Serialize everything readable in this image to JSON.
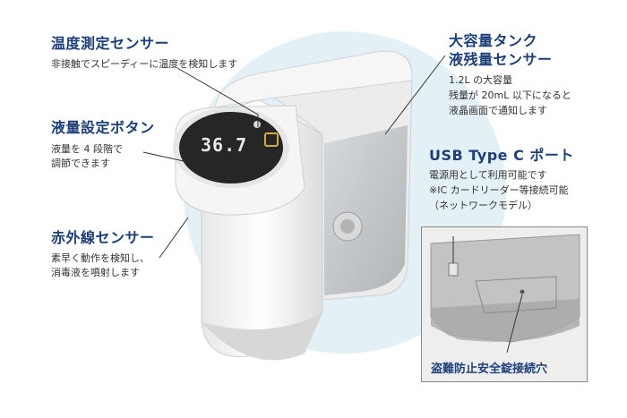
{
  "labels": {
    "temp_sensor": {
      "title": "温度測定センサー",
      "desc": "非接触でスピーディーに温度を検知します"
    },
    "liquid_button": {
      "title": "液量設定ボタン",
      "lines": [
        "液量を 4 段階で",
        "調節できます"
      ]
    },
    "ir_sensor": {
      "title": "赤外線センサー",
      "lines": [
        "素早く動作を検知し、",
        "消毒液を噴射します"
      ]
    },
    "tank": {
      "title_lines": [
        "大容量タンク",
        "液残量センサー"
      ],
      "lines": [
        "1.2L の大容量",
        "残量が 20mL 以下になると",
        "液晶画面で通知します"
      ]
    },
    "usb": {
      "title": "USB Type C ポート",
      "lines": [
        "電源用として利用可能です",
        "※IC カードリーダー等接続可能",
        "（ネットワークモデル）"
      ]
    },
    "lock": {
      "title": "盗難防止安全錠接続穴"
    }
  },
  "display": {
    "temperature": "36.7"
  },
  "colors": {
    "label_navy": "#1d3f7a",
    "bg_circle": "#e3f1f6"
  }
}
